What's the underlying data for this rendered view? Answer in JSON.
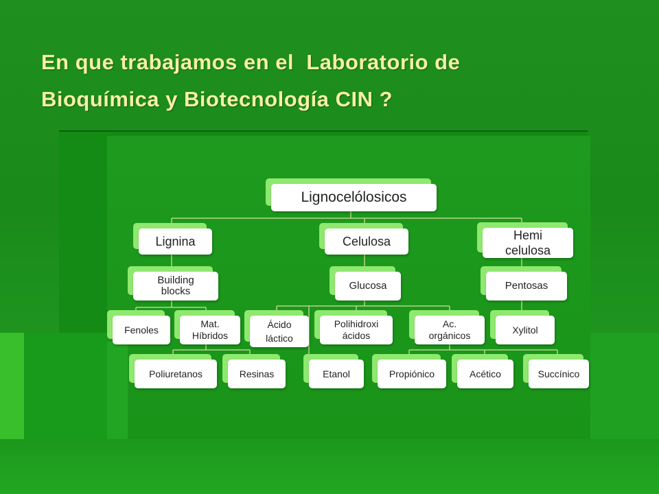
{
  "slide": {
    "title_line1": "En que trabajamos en el  Laboratorio de",
    "title_line2": "Bioquímica y Biotecnología CIN ?"
  },
  "diagram": {
    "root": "Lignocelólosicos",
    "branches": {
      "lignina": "Lignina",
      "celulosa": "Celulosa",
      "hemi": "Hemi celulosa"
    },
    "nodes": {
      "building_blocks": "Building blocks",
      "glucosa": "Glucosa",
      "pentosas": "Pentosas",
      "fenoles": "Fenoles",
      "mat_hibridos": "Mat. Híbridos",
      "acido_lactico": "Ácido láctico",
      "polihidroxi": "Polihidroxi ácidos",
      "ac_organicos": "Ac. orgánicos",
      "xylitol": "Xylitol",
      "poliuretanos": "Poliuretanos",
      "resinas": "Resinas",
      "etanol": "Etanol",
      "propionico": "Propiónico",
      "acetico": "Acético",
      "succinico": "Succínico"
    },
    "colors": {
      "card_fill": "#ffffff",
      "card_back": "#8fe86f",
      "connector": "#b9d48a",
      "title_text": "#f5f0a6"
    }
  }
}
